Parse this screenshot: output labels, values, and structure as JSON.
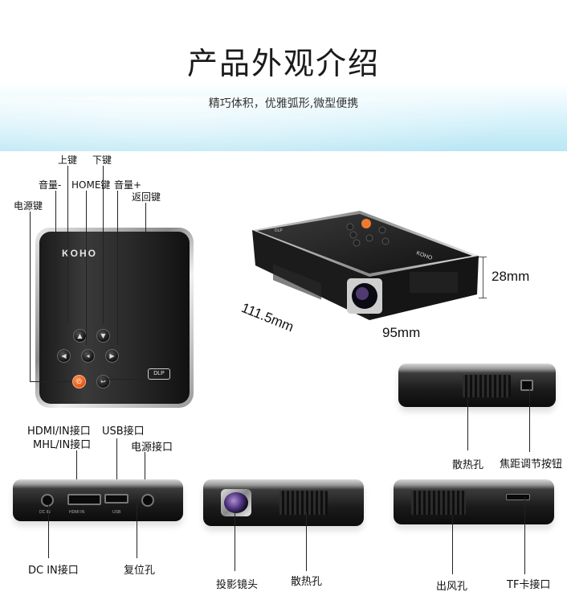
{
  "header": {
    "title": "产品外观介绍",
    "subtitle": "精巧体积，优雅弧形,微型便携"
  },
  "top_view": {
    "brand": "KOHO",
    "badge": "DLP",
    "labels": {
      "up_key": "上键",
      "down_key": "下键",
      "volume_minus": "音量-",
      "home_key": "HOME键",
      "volume_plus": "音量+",
      "back_key": "返回键",
      "power_key": "电源键"
    }
  },
  "iso_view": {
    "brand": "KOHO",
    "badge": "DLP",
    "dim_height": "28mm",
    "dim_length": "111.5mm",
    "dim_width": "95mm"
  },
  "right_side": {
    "vent_label": "散热孔",
    "focus_label": "焦距调节按钮"
  },
  "ports_side": {
    "hdmi_label": "HDMI/IN接口",
    "mhl_label": "MHL/IN接口",
    "usb_label": "USB接口",
    "power_port_label": "电源接口",
    "dcin_label": "DC IN接口",
    "reset_label": "复位孔",
    "tiny_dcin": "DC IN",
    "tiny_hdmi": "HDMI IN",
    "tiny_usb": "USB"
  },
  "front_side": {
    "lens_label": "投影镜头",
    "vent_label": "散热孔"
  },
  "back_side": {
    "outlet_label": "出风孔",
    "tf_label": "TF卡接口"
  }
}
